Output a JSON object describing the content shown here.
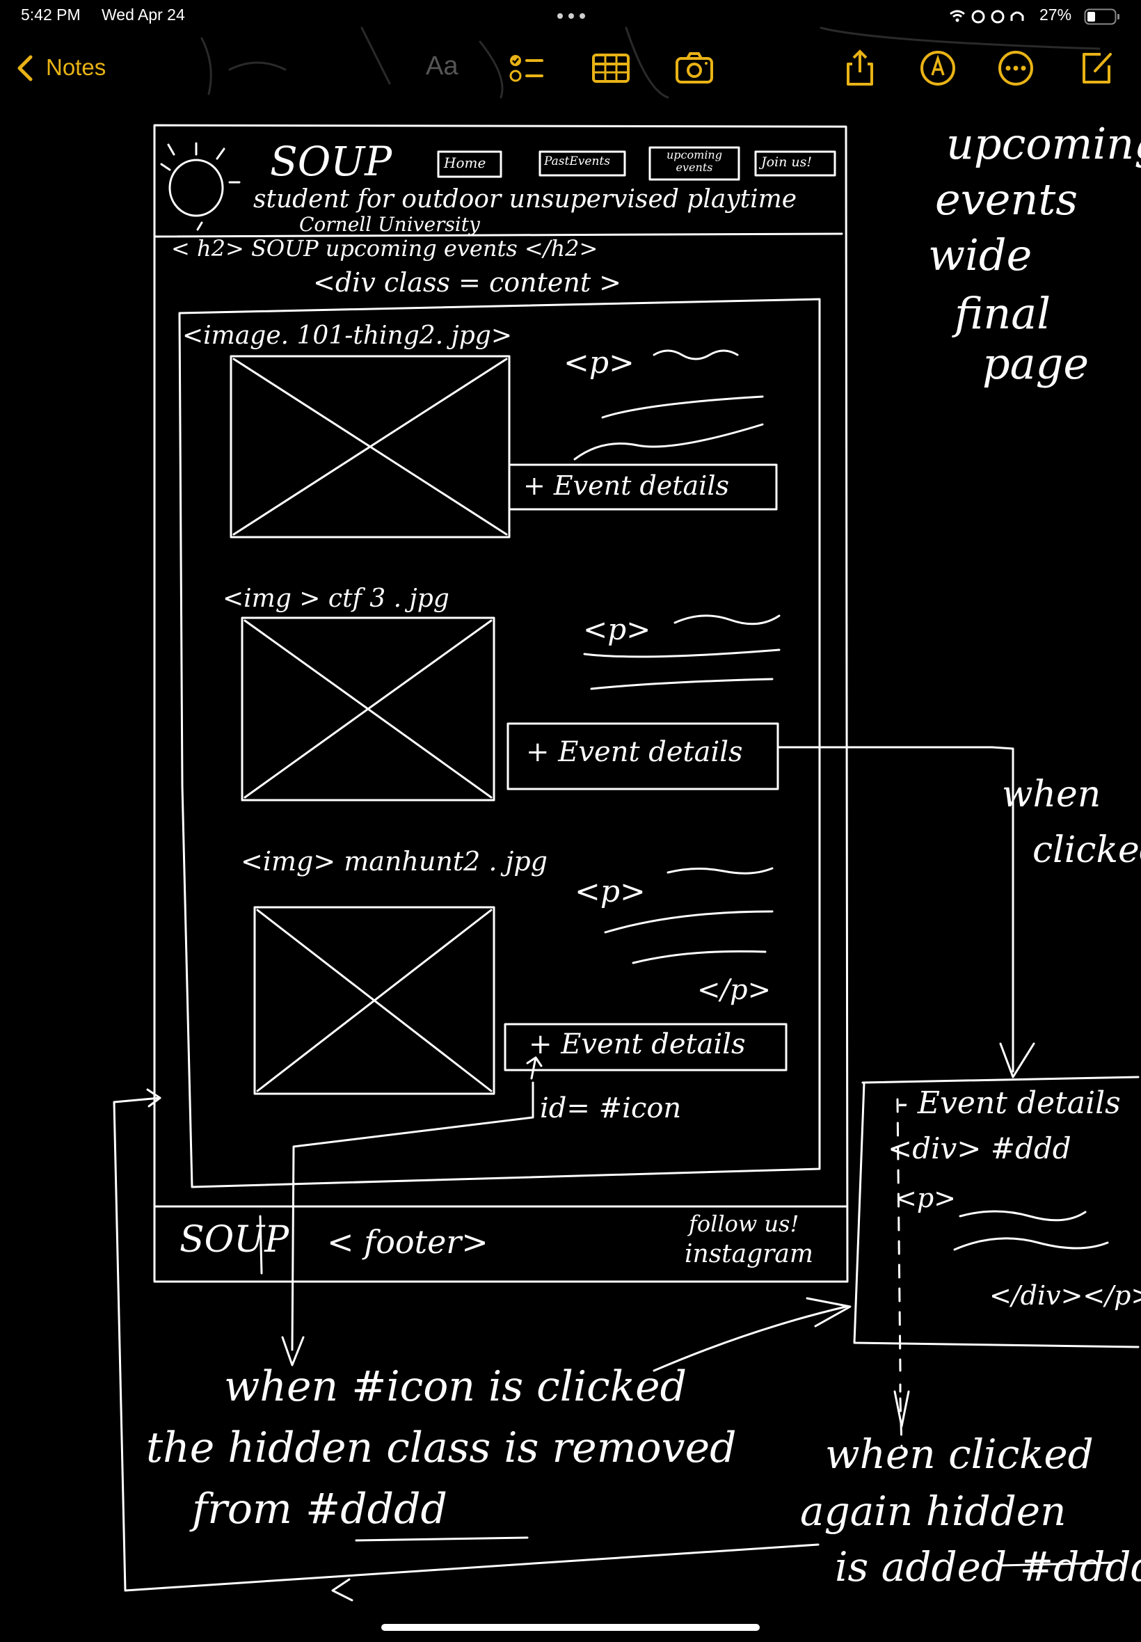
{
  "status_bar": {
    "time": "5:42 PM",
    "date": "Wed Apr 24",
    "battery": "27%"
  },
  "toolbar": {
    "back_label": "Notes",
    "format_label": "Aa"
  },
  "sketch": {
    "header_title": "SOUP",
    "nav": [
      "Home",
      "PastEvents",
      "upcoming events",
      "Join us!"
    ],
    "subtitle": "student for outdoor unsupervised playtime",
    "subtitle2": "Cornell University",
    "h2_note": "< h2> SOUP upcoming events </h2>",
    "div_note": "<div class = content >",
    "events": [
      {
        "img_label": "<image. 101-thing2. jpg>",
        "p_open": "<p>",
        "button": "+ Event details"
      },
      {
        "img_label": "<img > ctf 3 . jpg",
        "p_open": "<p>",
        "button": "+ Event details"
      },
      {
        "img_label": "<img> manhunt2 . jpg",
        "p_open": "<p>",
        "p_close": "</p>",
        "button": "+ Event details"
      }
    ],
    "icon_id": "id= #icon",
    "footer_left": "SOUP",
    "footer_mid": "< footer>",
    "footer_right_1": "follow us!",
    "footer_right_2": "instagram",
    "side_title_lines": [
      "upcoming",
      "events",
      "wide",
      "final",
      "page"
    ],
    "when_clicked_1": "when",
    "when_clicked_2": "clicked",
    "details_panel": {
      "title": "- Event details",
      "div_line": "<div> #ddd",
      "p_open": "<p>",
      "close_tags": "</div></p>"
    },
    "note_left": [
      "when #icon is clicked",
      "the hidden class is removed",
      "from #dddd"
    ],
    "note_right": [
      "when clicked",
      "again hidden",
      "is added #dddd"
    ]
  },
  "colors": {
    "background": "#000000",
    "accent": "#e9b316",
    "ink": "#ffffff"
  }
}
